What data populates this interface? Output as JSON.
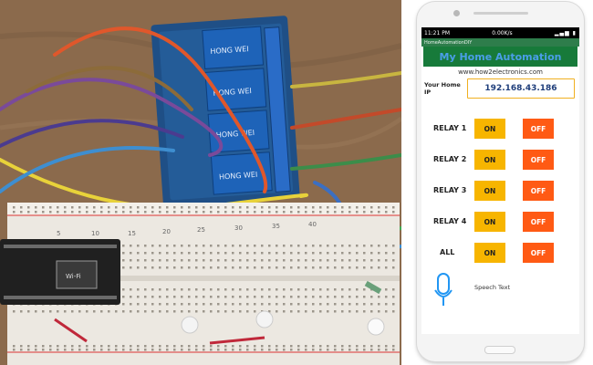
{
  "photo": {
    "relay_labels": [
      "HONG WEI",
      "HONG WEI",
      "HONG WEI",
      "HONG WEI"
    ],
    "breadboard_numbers": [
      "5",
      "10",
      "15",
      "20",
      "25",
      "30",
      "35",
      "40"
    ],
    "pcb_label": "Wi-Fi"
  },
  "phone": {
    "status_time": "11:21 PM",
    "status_speed": "0.00K/s",
    "status_icons": "▂▄▆ ▮",
    "app_title": "HomeAutomationDIY",
    "banner_title": "My Home Automation",
    "website": "www.how2electronics.com",
    "ip_label": "Your Home IP",
    "ip_value": "192.168.43.186",
    "relays": [
      {
        "label": "RELAY 1",
        "on": "ON",
        "off": "OFF"
      },
      {
        "label": "RELAY 2",
        "on": "ON",
        "off": "OFF"
      },
      {
        "label": "RELAY 3",
        "on": "ON",
        "off": "OFF"
      },
      {
        "label": "RELAY 4",
        "on": "ON",
        "off": "OFF"
      },
      {
        "label": "ALL",
        "on": "ON",
        "off": "OFF"
      }
    ],
    "speech_label": "Speech Text",
    "colors": {
      "on": "#f7b500",
      "off": "#ff5a14",
      "banner": "#177a3a",
      "ip_border": "#f0b020"
    }
  }
}
